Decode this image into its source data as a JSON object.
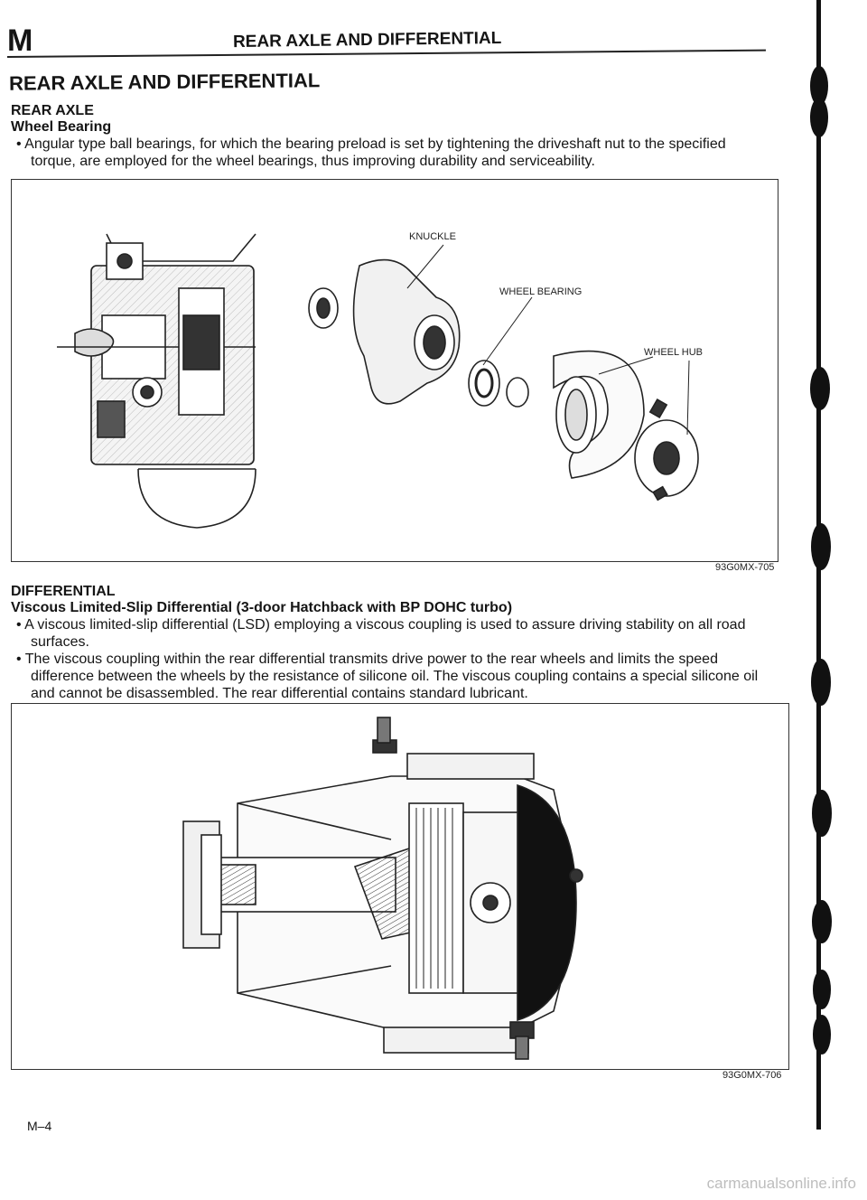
{
  "header": {
    "section_letter": "M",
    "title": "REAR AXLE AND DIFFERENTIAL"
  },
  "main_title": "REAR AXLE AND DIFFERENTIAL",
  "rear_axle": {
    "heading": "REAR AXLE",
    "subheading": "Wheel Bearing",
    "bullets": [
      "Angular type ball bearings, for which the bearing preload is set by tightening the driveshaft nut to the specified torque, are employed for the wheel bearings, thus improving durability and serviceability."
    ],
    "figure": {
      "labels": {
        "knuckle": "KNUCKLE",
        "wheel_bearing": "WHEEL BEARING",
        "wheel_hub": "WHEEL HUB"
      },
      "code": "93G0MX-705"
    }
  },
  "differential": {
    "heading": "DIFFERENTIAL",
    "subheading": "Viscous Limited-Slip Differential (3-door Hatchback with BP DOHC turbo)",
    "bullets": [
      "A viscous limited-slip differential (LSD) employing a viscous coupling is used to assure driving stability on all road surfaces.",
      "The viscous coupling within the rear differential transmits drive power to the rear wheels and limits the speed difference between the wheels by the resistance of silicone oil. The viscous coupling contains a special silicone oil and cannot be disassembled. The rear differential contains standard lubricant."
    ],
    "figure": {
      "code": "93G0MX-706"
    }
  },
  "page_number": "M–4",
  "watermark": "carmanualsonline.info"
}
